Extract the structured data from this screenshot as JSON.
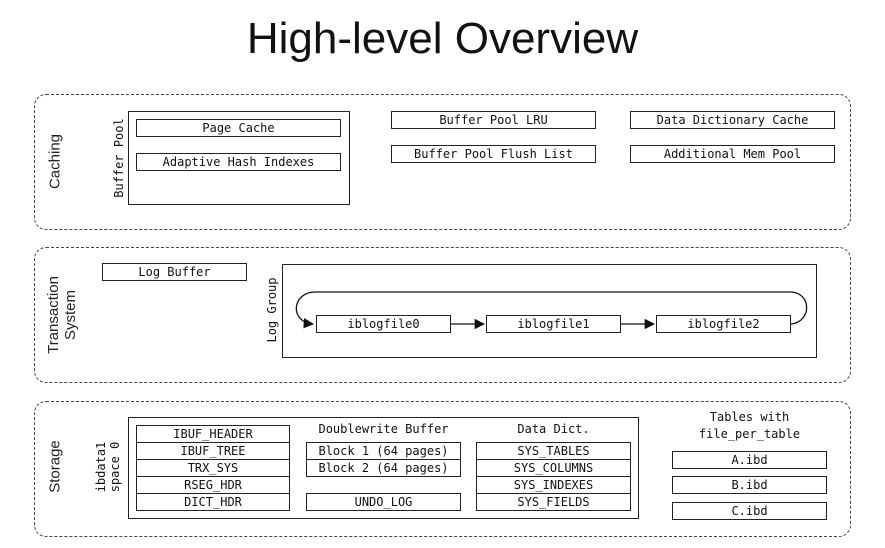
{
  "title": "High-level Overview",
  "sections": {
    "caching": "Caching",
    "transaction": [
      "Transaction",
      "System"
    ],
    "storage": "Storage"
  },
  "caching": {
    "buffer_pool_label": "Buffer Pool",
    "page_cache": "Page Cache",
    "adaptive_hash": "Adaptive Hash Indexes",
    "lru": "Buffer Pool LRU",
    "flush_list": "Buffer Pool Flush List",
    "dict_cache": "Data Dictionary Cache",
    "mem_pool": "Additional Mem Pool"
  },
  "transaction": {
    "log_buffer": "Log Buffer",
    "log_group_label": "Log Group",
    "logfiles": [
      "iblogfile0",
      "iblogfile1",
      "iblogfile2"
    ]
  },
  "storage": {
    "ibdata_label": [
      "ibdata1",
      "space 0"
    ],
    "system_pages": [
      "IBUF_HEADER",
      "IBUF_TREE",
      "TRX_SYS",
      "RSEG_HDR",
      "DICT_HDR"
    ],
    "doublewrite_header": "Doublewrite Buffer",
    "doublewrite_blocks": [
      "Block 1 (64 pages)",
      "Block 2 (64 pages)"
    ],
    "undo_log": "UNDO_LOG",
    "data_dict_header": "Data Dict.",
    "data_dict_tables": [
      "SYS_TABLES",
      "SYS_COLUMNS",
      "SYS_INDEXES",
      "SYS_FIELDS"
    ],
    "file_per_table_header": [
      "Tables with",
      "file_per_table"
    ],
    "ibd_files": [
      "A.ibd",
      "B.ibd",
      "C.ibd"
    ]
  }
}
